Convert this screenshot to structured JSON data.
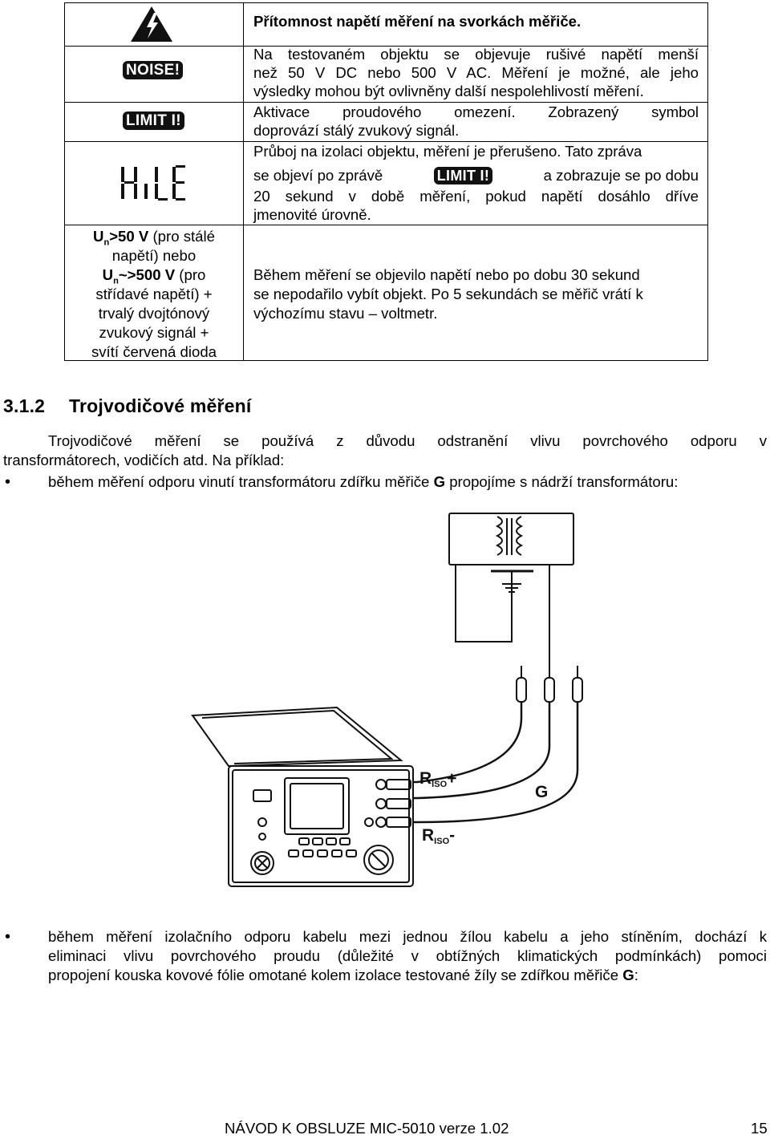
{
  "table": {
    "row1": {
      "title": "Přítomnost napětí měření na svorkách měřiče."
    },
    "row2": {
      "badge": "NOISE!",
      "lines": [
        "Na testovaném objektu se objevuje rušivé napětí menší",
        "než 50 V DC nebo 500 V AC. Měření je možné, ale jeho",
        "výsledky mohou být ovlivněny další nespolehlivostí měření."
      ]
    },
    "row3": {
      "badge": "LIMIT I!",
      "lines": [
        "Aktivace proudového omezení. Zobrazený symbol",
        "doprovází stálý zvukový signál."
      ]
    },
    "row4": {
      "display_text": "HiLE",
      "line1": "Průboj na izolaci objektu, měření je přerušeno. Tato zpráva",
      "line2_a": "se objeví po zprávě",
      "line2_badge": "LIMIT I!",
      "line2_b": "a zobrazuje se po dobu",
      "line3": "20 sekund v době měření, pokud napětí dosáhlo dříve",
      "line4": "jmenovité úrovně."
    },
    "row5": {
      "left": {
        "l1_sym": "U",
        "l1_sub": "n",
        "l1_val": ">50 V",
        "l1_rest": " (pro stálé",
        "l2": "napětí) nebo",
        "l3_sym": "U",
        "l3_sub": "n",
        "l3_val": "~>500 V",
        "l3_rest": " (pro",
        "l4": "střídavé napětí) +",
        "l5": "trvalý dvojtónový",
        "l6": "zvukový signál +",
        "l7": "svítí červená dioda"
      },
      "lines": [
        "Během měření se objevilo napětí nebo po dobu 30 sekund",
        "se nepodařilo vybít objekt. Po 5 sekundách se měřič vrátí k",
        "výchozímu stavu – voltmetr."
      ]
    }
  },
  "section": {
    "number": "3.1.2",
    "title": "Trojvodičové měření",
    "intro_line1": "Trojvodičové měření se používá z důvodu odstranění vlivu povrchového odporu v",
    "intro_line2": "transformátorech, vodičích atd. Na příklad:",
    "bullet1_a": "během měření odporu vinutí transformátoru zdířku měřiče ",
    "bullet1_bold": "G",
    "bullet1_b": " propojíme s nádrží transformátoru:",
    "bullet2_line1": "během měření izolačního odporu kabelu mezi jednou žílou kabelu a jeho stíněním, dochází k",
    "bullet2_line2": "eliminaci vlivu povrchového proudu (důležité v obtížných klimatických podmínkách) pomoci",
    "bullet2_line3_a": "propojení kouska kovové fólie omotané kolem izolace testované žíly se zdířkou měřiče ",
    "bullet2_line3_bold": "G",
    "bullet2_line3_b": ":"
  },
  "figure": {
    "label_riso_plus_main": "R",
    "label_riso_plus_sub": "ISO",
    "label_riso_plus_sign": "+",
    "label_riso_minus_main": "R",
    "label_riso_minus_sub": "ISO",
    "label_riso_minus_sign": "-",
    "label_g": "G"
  },
  "footer": {
    "doc": "NÁVOD K OBSLUZE MIC-5010 verze 1.02",
    "page": "15"
  }
}
